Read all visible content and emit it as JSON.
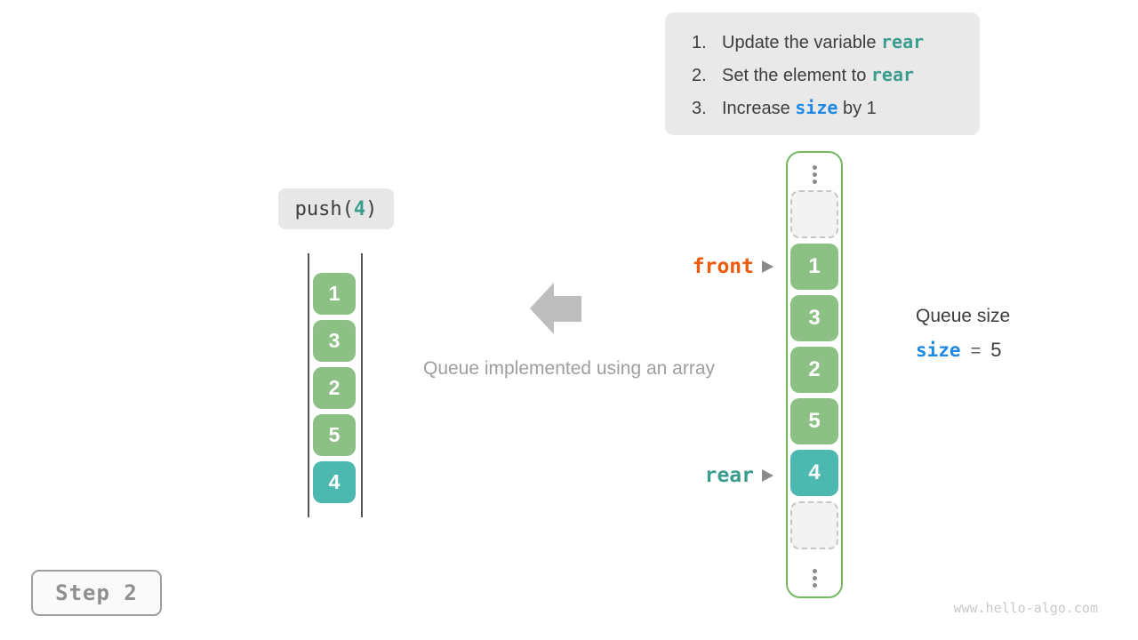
{
  "colors": {
    "box-green": "#8cc084",
    "box-teal": "#4cb8b0",
    "array-border-green": "#74b862",
    "code-teal": "#3a9d8e",
    "code-blue": "#1e88e5",
    "front-orange": "#ee5a0e",
    "gray-arrow": "#bdbdbd"
  },
  "instructions": {
    "items": [
      {
        "number": "1.",
        "prefix": "Update the variable ",
        "code": "rear",
        "suffix": ""
      },
      {
        "number": "2.",
        "prefix": "Set the element to ",
        "code": "rear",
        "suffix": ""
      },
      {
        "number": "3.",
        "prefix": "Increase ",
        "code": "size",
        "suffix": " by 1"
      }
    ]
  },
  "push_label": {
    "prefix": "push(",
    "value": "4",
    "suffix": ")"
  },
  "stack": {
    "values": [
      "1",
      "3",
      "2",
      "5",
      "4"
    ],
    "highlight_value": "4"
  },
  "caption": "Queue implemented using an array",
  "array": {
    "front_label": "front",
    "rear_label": "rear",
    "cells": [
      {
        "type": "ellipsis"
      },
      {
        "type": "empty"
      },
      {
        "type": "value",
        "value": "1",
        "highlight": false
      },
      {
        "type": "value",
        "value": "3",
        "highlight": false
      },
      {
        "type": "value",
        "value": "2",
        "highlight": false
      },
      {
        "type": "value",
        "value": "5",
        "highlight": false
      },
      {
        "type": "value",
        "value": "4",
        "highlight": true
      },
      {
        "type": "empty"
      },
      {
        "type": "ellipsis"
      }
    ]
  },
  "queue_size": {
    "title": "Queue size",
    "variable": "size",
    "operator": "=",
    "value": "5"
  },
  "step": {
    "label": "Step 2"
  },
  "watermark": "www.hello-algo.com"
}
